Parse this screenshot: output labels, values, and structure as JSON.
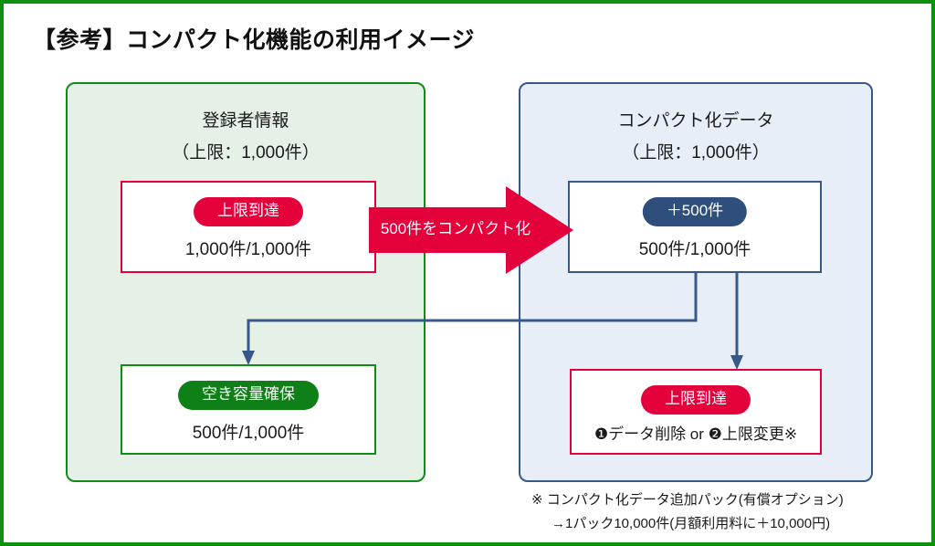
{
  "page": {
    "title": "【参考】コンパクト化機能の利用イメージ",
    "border_color": "#109010"
  },
  "left_panel": {
    "heading": "登録者情報",
    "subheading": "（上限：1,000件）",
    "fill_color": "#e5f1e7",
    "border_color": "#0f8c18",
    "source_box": {
      "badge": "上限到達",
      "badge_color": "#e4003a",
      "metric": "1,000件/1,000件",
      "border_color": "#e4003a"
    },
    "free_box": {
      "badge": "空き容量確保",
      "badge_color": "#0f8017",
      "metric": "500件/1,000件",
      "border_color": "#0f8c18"
    }
  },
  "right_panel": {
    "heading": "コンパクト化データ",
    "subheading": "（上限：1,000件）",
    "fill_color": "#e8eef7",
    "border_color": "#37598a",
    "dest_box": {
      "badge": "＋500件",
      "badge_color": "#2e4f7c",
      "metric": "500件/1,000件",
      "border_color": "#37598a"
    },
    "limit_box": {
      "badge": "上限到達",
      "badge_color": "#e4003a",
      "metric": "❶データ削除 or ❷上限変更※",
      "border_color": "#e4003a"
    }
  },
  "transfer_arrow": {
    "label": "500件をコンパクト化",
    "color": "#e4003a"
  },
  "connector_color": "#37598a",
  "footnote": {
    "line1": "※ コンパクト化データ追加パック(有償オプション)",
    "line2": "→1パック10,000件(月額利用料に＋10,000円)"
  }
}
